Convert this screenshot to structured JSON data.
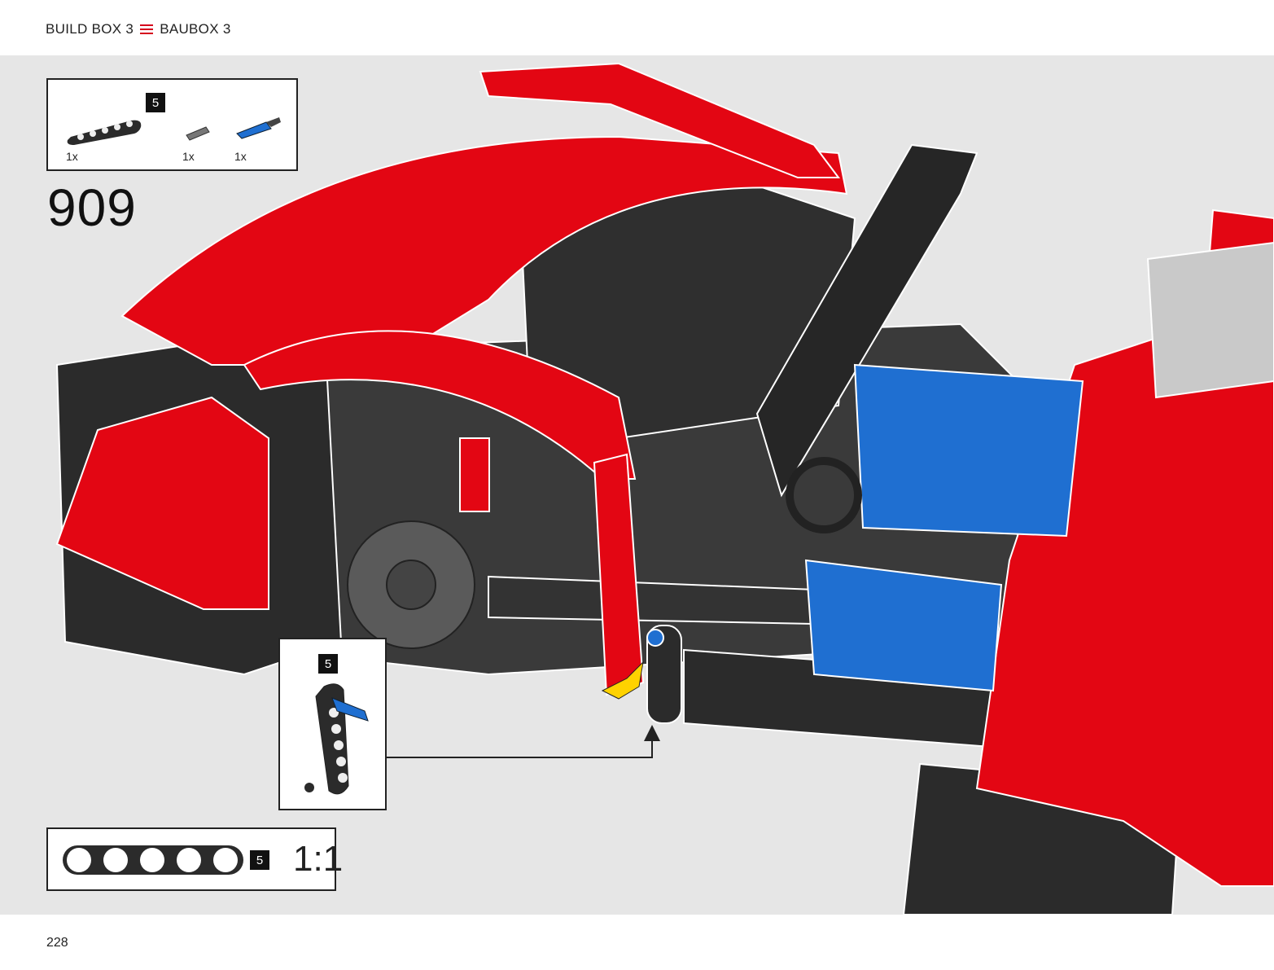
{
  "header": {
    "left_label": "BUILD BOX 3",
    "right_label": "BAUBOX 3"
  },
  "colors": {
    "accent": "#d5001c",
    "model_red": "#e30613",
    "model_black": "#2b2b2b",
    "model_blue": "#1f6fd1",
    "background": "#e6e6e6"
  },
  "parts_list": {
    "items": [
      {
        "name": "5-module beam",
        "icon": "beam-5-icon",
        "color": "black",
        "quantity": "1x",
        "length_badge": "5"
      },
      {
        "name": "pin",
        "icon": "pin-icon",
        "color": "grey",
        "quantity": "1x"
      },
      {
        "name": "axle pin",
        "icon": "axle-pin-icon",
        "color": "blue",
        "quantity": "1x"
      }
    ]
  },
  "step": {
    "number": "909"
  },
  "sub_assembly": {
    "badge": "5"
  },
  "scale_reference": {
    "badge": "5",
    "ratio": "1:1"
  },
  "footer": {
    "page_number": "228"
  }
}
